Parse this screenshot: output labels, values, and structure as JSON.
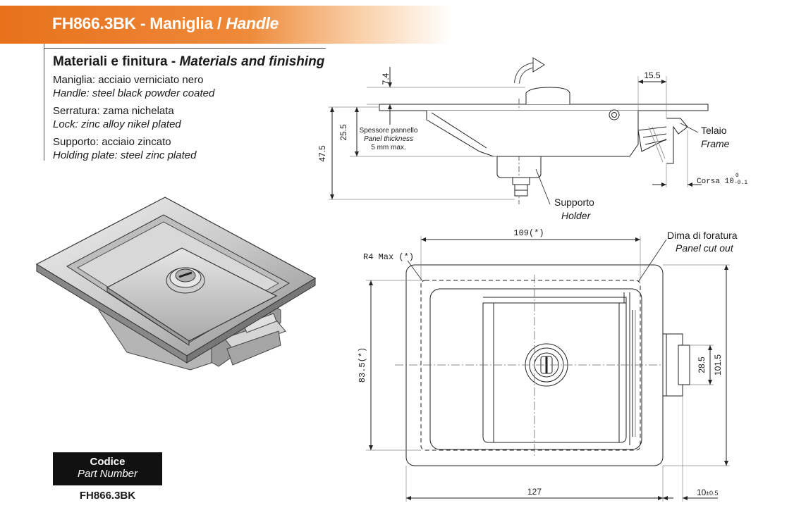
{
  "header": {
    "code": "FH866.3BK",
    "separator": " - ",
    "name_it": "Maniglia",
    "slash": " / ",
    "name_en": "Handle"
  },
  "materials": {
    "title_it": "Materiali e finitura",
    "title_sep": " - ",
    "title_en": "Materials and finishing",
    "items": [
      {
        "it": "Maniglia: acciaio verniciato nero",
        "en": "Handle: steel black powder coated"
      },
      {
        "it": "Serratura: zama nichelata",
        "en": "Lock: zinc alloy nikel plated"
      },
      {
        "it": "Supporto: acciaio zincato",
        "en": "Holding plate: steel zinc plated"
      }
    ]
  },
  "code_block": {
    "label_it": "Codice",
    "label_en": "Part Number",
    "value": "FH866.3BK"
  },
  "side_view": {
    "dim_top": "7.4",
    "dim_flange": "15.5",
    "dim_depth_inner": "25.5",
    "dim_depth_total": "47.5",
    "panel_note_it": "Spessore pannello",
    "panel_note_en": "Panel thickness",
    "panel_note_max": "5 mm max.",
    "frame_it": "Telaio",
    "frame_en": "Frame",
    "holder_it": "Supporto",
    "holder_en": "Holder",
    "stroke_label": "Corsa 10",
    "stroke_tol_upper": "0",
    "stroke_tol_lower": "-0.1"
  },
  "front_view": {
    "dim_cutout_width": "109(*)",
    "dim_radius": "R4 Max (*)",
    "cutout_it": "Dima di foratura",
    "cutout_en": "Panel cut out",
    "dim_cutout_height": "83.5(*)",
    "dim_bolt": "28.5",
    "dim_height": "101.5",
    "dim_width": "127",
    "dim_bolt_proj": "10",
    "dim_bolt_proj_tol": "±0.5"
  },
  "colors": {
    "accent": "#e8711c",
    "black_box": "#111111"
  }
}
